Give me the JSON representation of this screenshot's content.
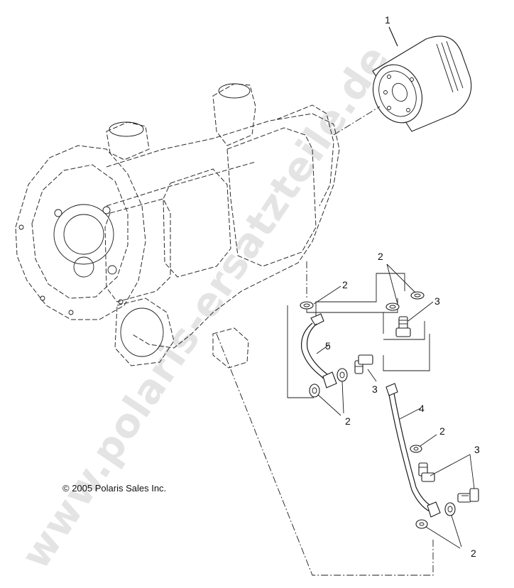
{
  "copyright": "© 2005 Polaris Sales Inc.",
  "watermark": "www.polaris-ersatzteile.de",
  "callouts": {
    "oil_filter": "1",
    "washer_top_left": "2",
    "washers_top_right": "2",
    "bolt_top_right": "3",
    "oil_line_upper": "5",
    "bolt_middle": "3",
    "washers_middle": "2",
    "oil_line_lower": "4",
    "washer_lower": "2",
    "bolts_lower": "3",
    "washers_bottom": "2"
  }
}
